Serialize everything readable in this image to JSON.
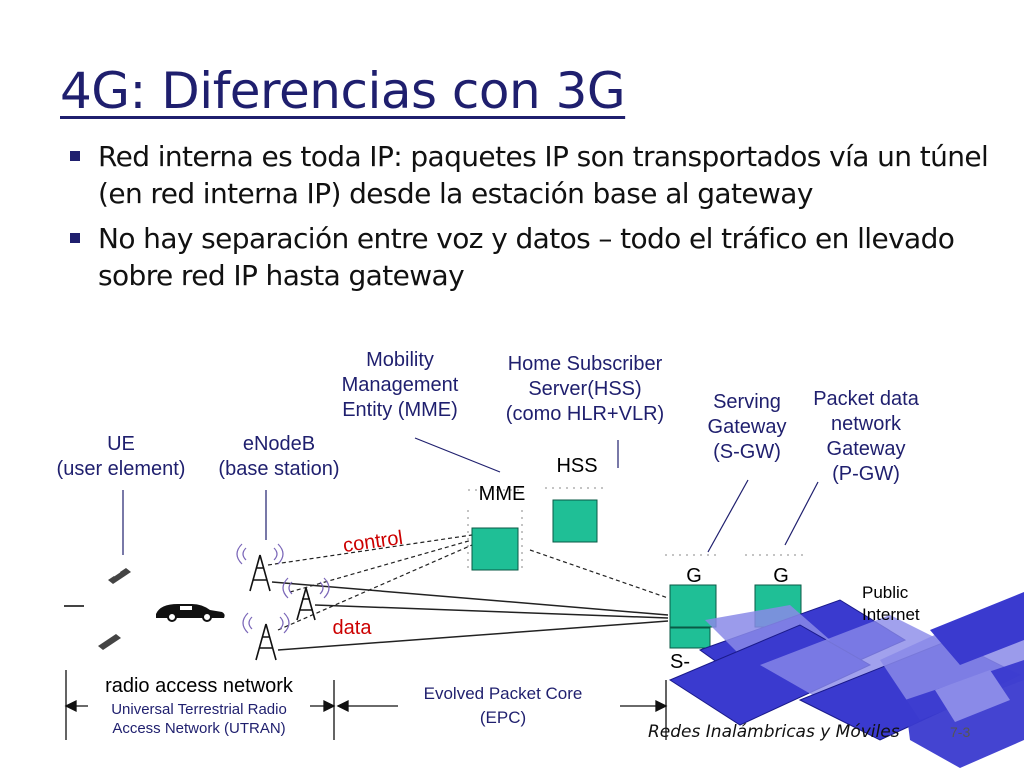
{
  "slide": {
    "title": "4G: Diferencias con 3G",
    "bullets": [
      "Red interna es toda IP: paquetes IP son transportados vía un túnel (en red interna IP) desde la estación base al gateway",
      "No hay separación entre voz y datos – todo el tráfico en llevado sobre red IP hasta gateway"
    ],
    "footer": "Redes Inalámbricas y Móviles",
    "page_number": "7-3"
  },
  "diagram": {
    "labels": {
      "ue_line1": "UE",
      "ue_line2": "(user element)",
      "enodeb_line1": "eNodeB",
      "enodeb_line2": "(base station)",
      "mme_desc_1": "Mobility",
      "mme_desc_2": "Management",
      "mme_desc_3": "Entity (MME)",
      "hss_desc_1": "Home Subscriber",
      "hss_desc_2": "Server(HSS)",
      "hss_desc_3": "(como HLR+VLR)",
      "sgw_desc_1": "Serving",
      "sgw_desc_2": "Gateway",
      "sgw_desc_3": "(S-GW)",
      "pgw_desc_1": "Packet data",
      "pgw_desc_2": "network",
      "pgw_desc_3": "Gateway",
      "pgw_desc_4": "(P-GW)",
      "mme": "MME",
      "hss": "HSS",
      "g1": "G",
      "g2": "G",
      "sgw_short": "S-",
      "control": "control",
      "data": "data",
      "internet_1": "Public",
      "internet_2": "Internet",
      "ran_1": "radio access network",
      "ran_2": "Universal Terrestrial Radio",
      "ran_3": "Access Network (UTRAN)",
      "epc_1": "Evolved Packet Core",
      "epc_2": "(EPC)"
    },
    "colors": {
      "node": "#1fbf96",
      "network_blue": "#3a3acf",
      "network_light": "#8a8ae8",
      "label": "#1f1f6e",
      "control": "#cc0000"
    },
    "icons": [
      "phone-icon",
      "car-icon",
      "tower-icon",
      "router-icon",
      "cloud-network-icon"
    ]
  }
}
